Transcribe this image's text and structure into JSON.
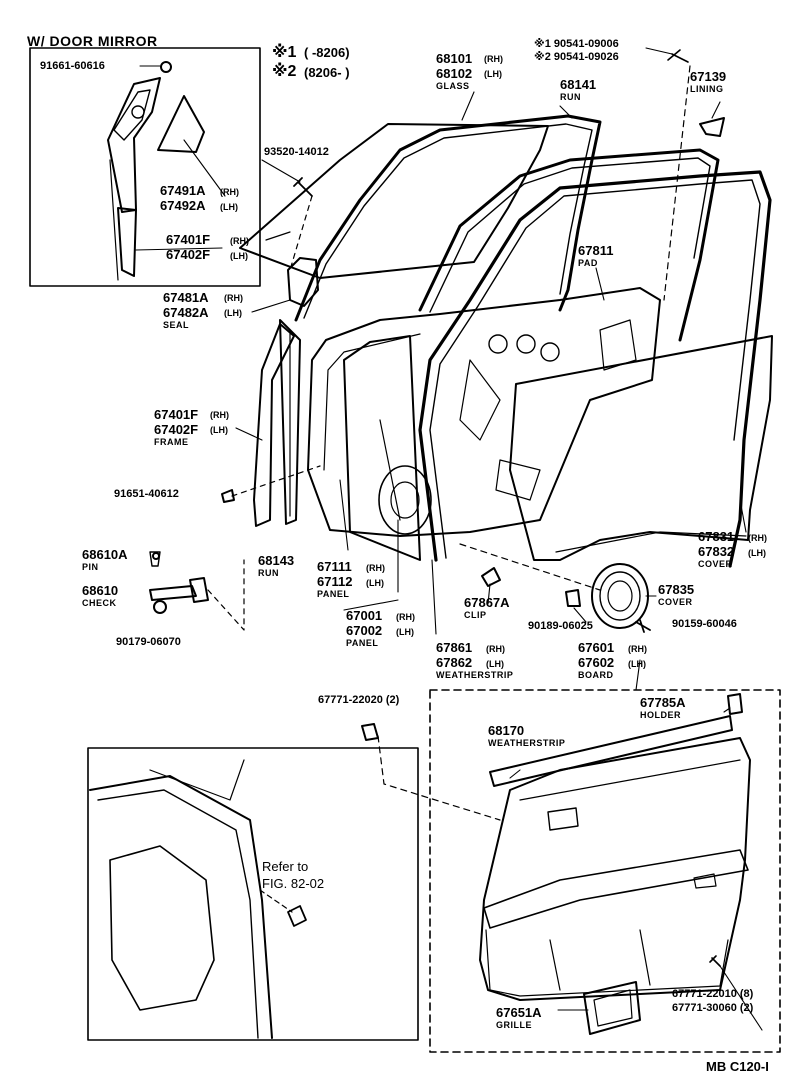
{
  "header": {
    "mirror_title": "W/ DOOR MIRROR",
    "note1_mark": "※1",
    "note1_text": "(     -8206)",
    "note2_mark": "※2",
    "note2_text": "(8206-     )"
  },
  "labels": {
    "p68101": "68101",
    "p68102": "68102",
    "s_rh": "(RH)",
    "s_lh": "(LH)",
    "n_glass": "GLASS",
    "p68141": "68141",
    "n_run": "RUN",
    "p90541a": "※1 90541-09006",
    "p90541b": "※2 90541-09026",
    "p67139": "67139",
    "n_lining": "LINING",
    "p91661": "91661-60616",
    "p67491A": "67491A",
    "p67492A": "67492A",
    "p67401Fi": "67401F",
    "p67402Fi": "67402F",
    "p93520": "93520-14012",
    "p67811": "67811",
    "n_pad": "PAD",
    "p67481A": "67481A",
    "p67482A": "67482A",
    "n_seal": "SEAL",
    "p67401F": "67401F",
    "p67402F": "67402F",
    "n_frame": "FRAME",
    "p91651": "91651-40612",
    "p68610A": "68610A",
    "n_pin": "PIN",
    "p68610": "68610",
    "n_check": "CHECK",
    "p90179": "90179-06070",
    "p68143": "68143",
    "n_run2": "RUN",
    "p67111": "67111",
    "p67112": "67112",
    "n_panel": "PANEL",
    "p67001": "67001",
    "p67002": "67002",
    "n_panel2": "PANEL",
    "p67867A": "67867A",
    "n_clip": "CLIP",
    "p67861": "67861",
    "p67862": "67862",
    "n_weatherstrip": "WEATHERSTRIP",
    "p67831": "67831",
    "p67832": "67832",
    "n_cover": "COVER",
    "p67835": "67835",
    "n_cover2": "COVER",
    "p90189": "90189-06025",
    "p90159": "90159-60046",
    "p67601": "67601",
    "p67602": "67602",
    "n_board": "BOARD",
    "p67771a": "67771-22020 (2)",
    "p67785A": "67785A",
    "n_holder": "HOLDER",
    "p68170": "68170",
    "n_weatherstrip2": "WEATHERSTRIP",
    "ref1": "Refer to",
    "ref2": "FIG. 82-02",
    "p67771b": "67771-22010 (8)",
    "p67771c": "67771-30060 (2)",
    "p67651A": "67651A",
    "n_grille": "GRILLE",
    "figno": "MB  C120-I"
  }
}
